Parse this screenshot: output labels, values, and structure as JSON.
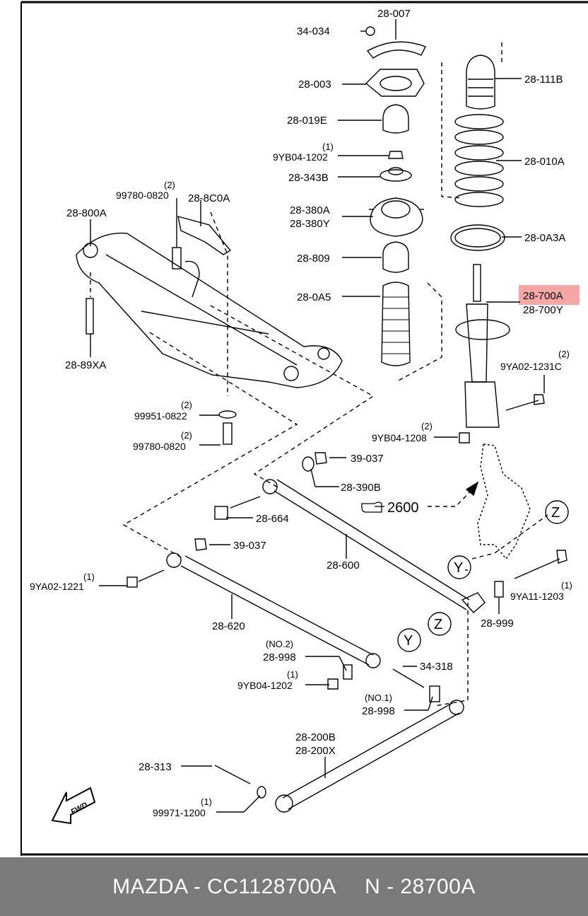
{
  "highlight_color": "#f7a6a6",
  "footer_bg": "#7a7a7a",
  "labels": {
    "l_34_034": "34-034",
    "l_28_007": "28-007",
    "l_28_003": "28-003",
    "l_28_019E": "28-019E",
    "l_q1a": "(1)",
    "l_9YB04_1202a": "9YB04-1202",
    "l_28_343B": "28-343B",
    "l_28_380A": "28-380A",
    "l_28_380Y": "28-380Y",
    "l_28_809": "28-809",
    "l_28_0A5": "28-0A5",
    "l_28_111B": "28-111B",
    "l_28_010A": "28-010A",
    "l_28_0A3A": "28-0A3A",
    "l_28_700A": "28-700A",
    "l_28_700Y": "28-700Y",
    "l_q2a": "(2)",
    "l_9YA02_1231C": "9YA02-1231C",
    "l_q2b": "(2)",
    "l_9YB04_1208": "9YB04-1208",
    "l_q2c": "(2)",
    "l_99780_0820a": "99780-0820",
    "l_28_8C0A": "28-8C0A",
    "l_28_800A": "28-800A",
    "l_28_89XA": "28-89XA",
    "l_q2d": "(2)",
    "l_99951_0822": "99951-0822",
    "l_q2e": "(2)",
    "l_99780_0820b": "99780-0820",
    "l_39_037a": "39-037",
    "l_28_390B": "28-390B",
    "l_2600": "2600",
    "l_28_664": "28-664",
    "l_39_037b": "39-037",
    "l_28_600": "28-600",
    "l_Z1": "Z",
    "l_Y1": "Y",
    "l_q1b": "(1)",
    "l_9YA02_1221": "9YA02-1221",
    "l_28_620": "28-620",
    "l_q1c": "(1)",
    "l_9YA11_1203": "9YA11-1203",
    "l_28_999": "28-999",
    "l_Z2": "Z",
    "l_Y2": "Y",
    "l_no2": "(NO.2)",
    "l_28_998a": "28-998",
    "l_q1d": "(1)",
    "l_9YB04_1202b": "9YB04-1202",
    "l_34_318": "34-318",
    "l_no1": "(NO.1)",
    "l_28_998b": "28-998",
    "l_28_200B": "28-200B",
    "l_28_200X": "28-200X",
    "l_28_313": "28-313",
    "l_q1e": "(1)",
    "l_99971_1200": "99971-1200",
    "l_fwd": "FWD"
  },
  "footer": {
    "left": "MAZDA - CC1128700A",
    "right": "N - 28700A"
  }
}
